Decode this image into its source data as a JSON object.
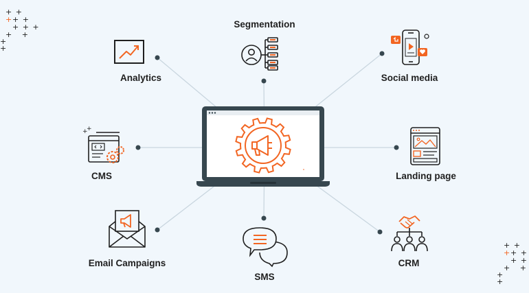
{
  "center": {
    "icon": "gear-megaphone-icon"
  },
  "nodes": [
    {
      "id": "segmentation",
      "label": "Segmentation",
      "icon": "segmentation-icon"
    },
    {
      "id": "social-media",
      "label": "Social media",
      "icon": "social-media-icon"
    },
    {
      "id": "analytics",
      "label": "Analytics",
      "icon": "analytics-icon"
    },
    {
      "id": "cms",
      "label": "CMS",
      "icon": "cms-icon"
    },
    {
      "id": "landing-page",
      "label": "Landing page",
      "icon": "landing-page-icon"
    },
    {
      "id": "email-campaigns",
      "label": "Email Campaigns",
      "icon": "email-campaigns-icon"
    },
    {
      "id": "sms",
      "label": "SMS",
      "icon": "sms-icon"
    },
    {
      "id": "crm",
      "label": "CRM",
      "icon": "crm-icon"
    }
  ],
  "colors": {
    "accent": "#f26522",
    "laptop": "#37474f",
    "line": "#c9d6df",
    "text": "#1f1f1f",
    "background": "#f1f7fc"
  }
}
